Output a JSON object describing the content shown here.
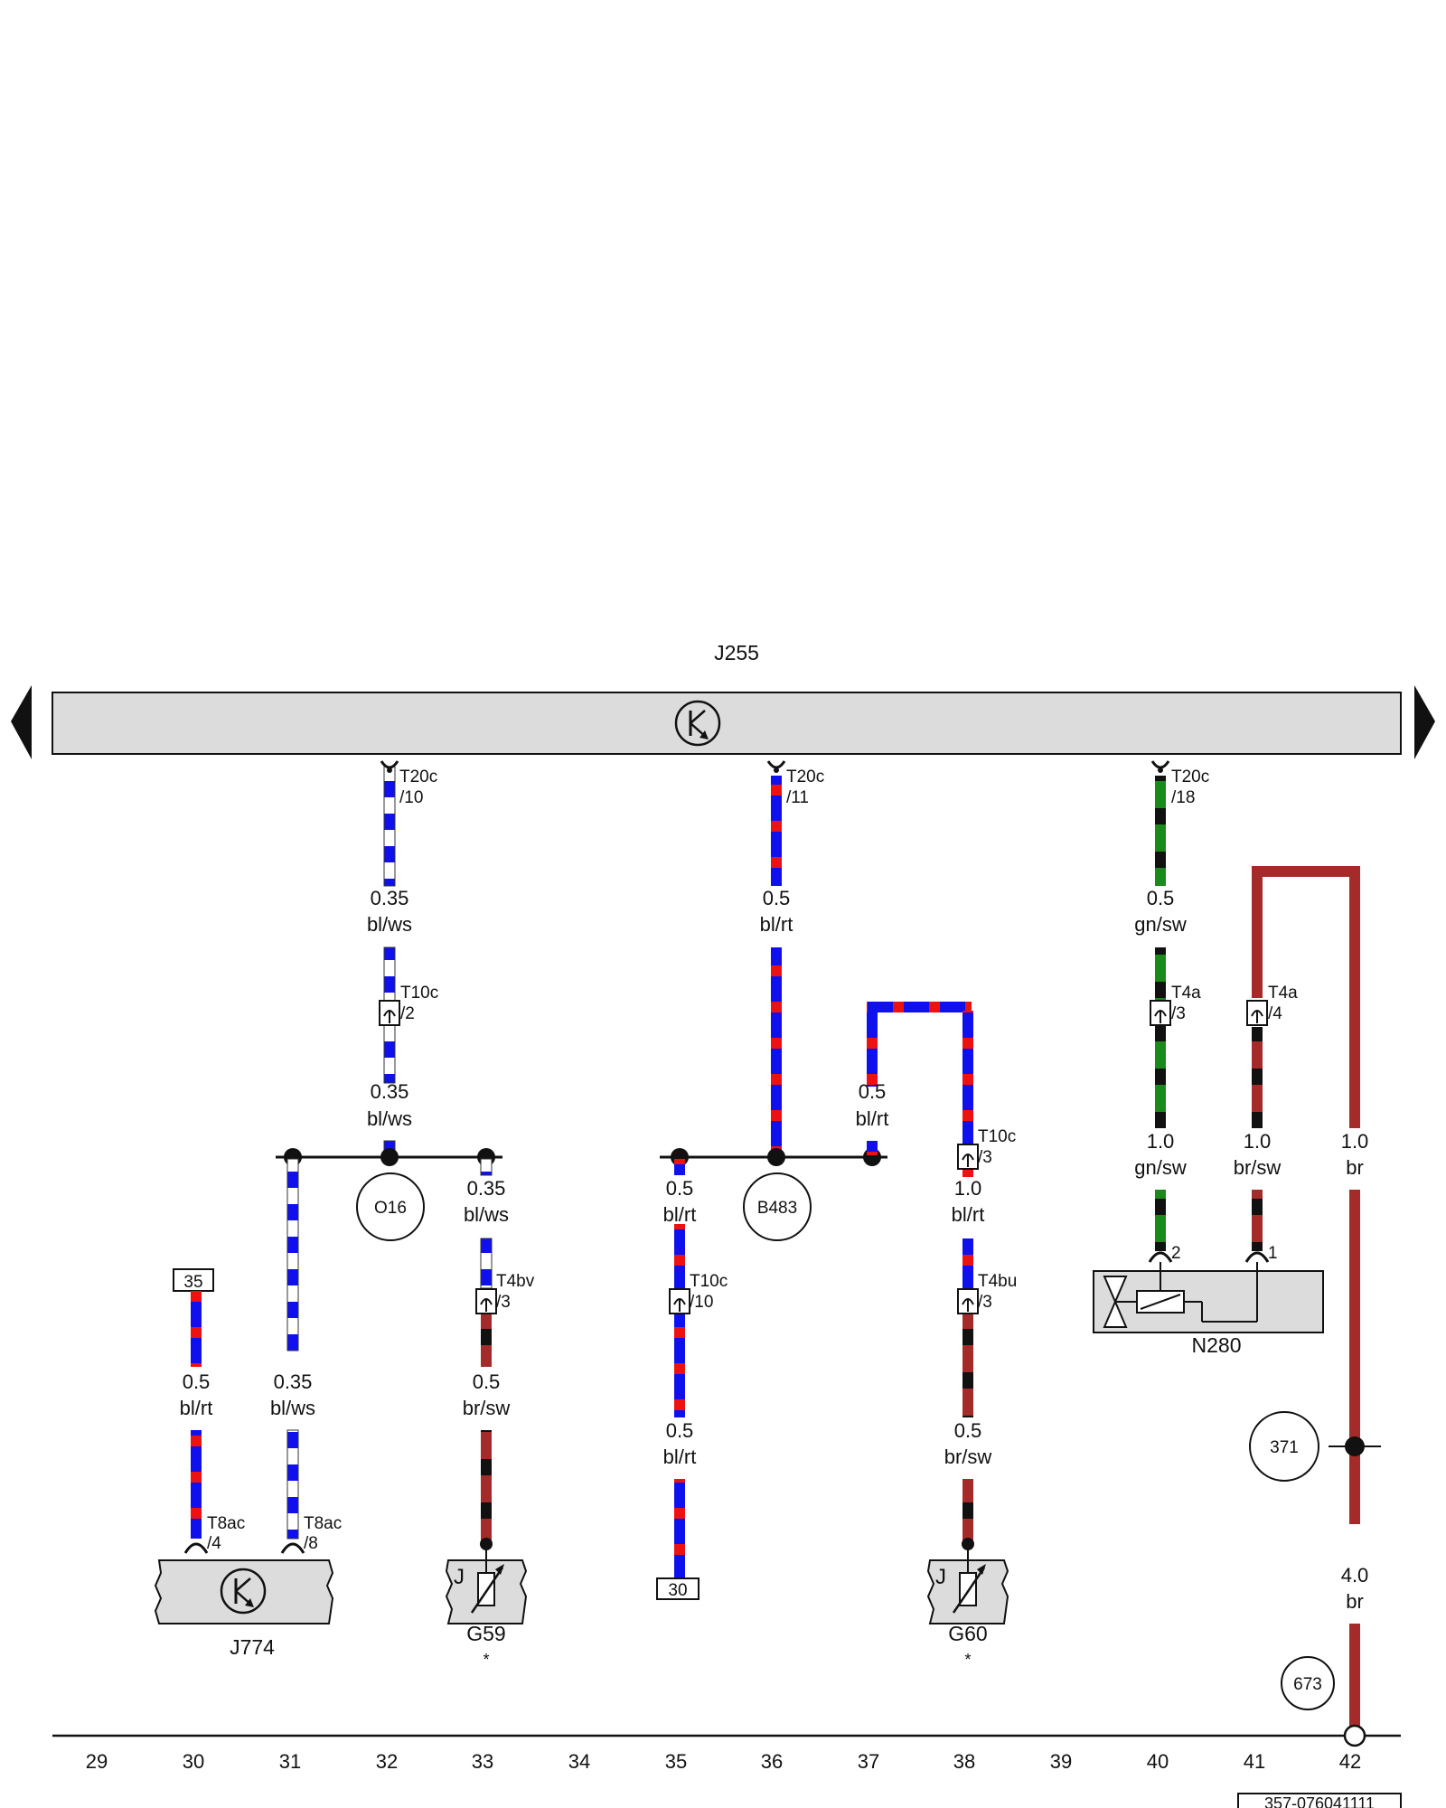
{
  "control_unit": {
    "name": "J255"
  },
  "components": {
    "j774": "J774",
    "g59": "G59",
    "g60": "G60",
    "n280": "N280",
    "star": "*"
  },
  "connectors": {
    "t20c_10": [
      "T20c",
      "/10"
    ],
    "t20c_11": [
      "T20c",
      "/11"
    ],
    "t20c_18": [
      "T20c",
      "/18"
    ],
    "t10c_2": [
      "T10c",
      "/2"
    ],
    "t10c_3": [
      "T10c",
      "/3"
    ],
    "t10c_10": [
      "T10c",
      "/10"
    ],
    "t4a_3": [
      "T4a",
      "/3"
    ],
    "t4a_4": [
      "T4a",
      "/4"
    ],
    "t4bv_3": [
      "T4bv",
      "/3"
    ],
    "t4bu_3": [
      "T4bu",
      "/3"
    ],
    "t8ac_4": [
      "T8ac",
      "/4"
    ],
    "t8ac_8": [
      "T8ac",
      "/8"
    ],
    "n280_pin2": "2",
    "n280_pin1": "1"
  },
  "wires": [
    [
      "0.35",
      "bl/ws"
    ],
    [
      "0.35",
      "bl/ws"
    ],
    [
      "0.35",
      "bl/ws"
    ],
    [
      "0.35",
      "bl/ws"
    ],
    [
      "0.5",
      "bl/rt"
    ],
    [
      "0.5",
      "bl/rt"
    ],
    [
      "0.5",
      "bl/rt"
    ],
    [
      "0.5",
      "bl/rt"
    ],
    [
      "1.0",
      "bl/rt"
    ],
    [
      "0.5",
      "bl/rt"
    ],
    [
      "0.5",
      "br/sw"
    ],
    [
      "0.5",
      "br/sw"
    ],
    [
      "0.5",
      "gn/sw"
    ],
    [
      "1.0",
      "gn/sw"
    ],
    [
      "1.0",
      "br/sw"
    ],
    [
      "1.0",
      "br"
    ],
    [
      "4.0",
      "br"
    ]
  ],
  "junctions": [
    "O16",
    "B483"
  ],
  "references": [
    "35",
    "30"
  ],
  "ground_points": [
    "371",
    "673"
  ],
  "column_numbers": [
    "29",
    "30",
    "31",
    "32",
    "33",
    "34",
    "35",
    "36",
    "37",
    "38",
    "39",
    "40",
    "41",
    "42"
  ],
  "document_number": "357-076041111",
  "colors": {
    "bl": "#1010ee",
    "ws": "#ffffff",
    "rt": "#ee1111",
    "gn": "#1a8a1a",
    "sw": "#111111",
    "br": "#a52a2a",
    "unit_fill": "#dcdcdc"
  }
}
